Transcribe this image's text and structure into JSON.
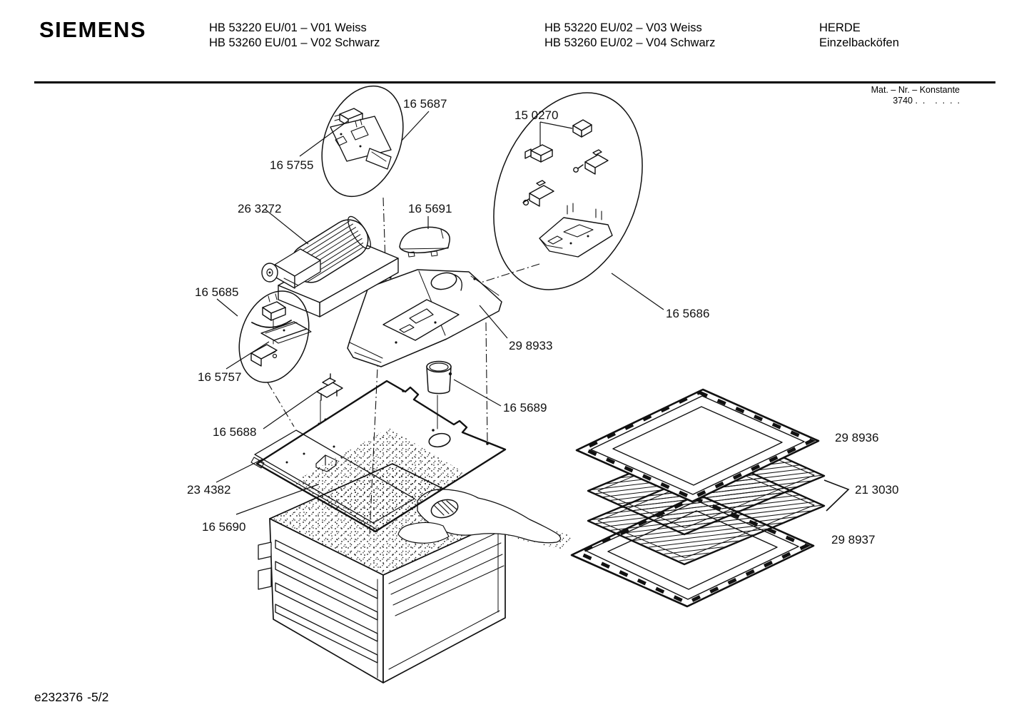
{
  "header": {
    "brand": "SIEMENS",
    "models_left": [
      "HB 53220 EU/01 – V01 Weiss",
      "HB 53260 EU/01 – V02 Schwarz"
    ],
    "models_right": [
      "HB 53220 EU/02 – V03 Weiss",
      "HB 53260 EU/02 – V04 Schwarz"
    ],
    "category_line1": "HERDE",
    "category_line2": "Einzelbacköfen"
  },
  "stamp": {
    "line1": "Mat. – Nr. – Konstante",
    "line2": "3740 .  .    .  .  .  ."
  },
  "footer": {
    "doc_id": "e232376",
    "sheet": "-5/2"
  },
  "diagram": {
    "ink": "#111111",
    "parts": {
      "p165687": "16 5687",
      "p165755": "16 5755",
      "p263272": "26 3272",
      "p165691": "16 5691",
      "p150270": "15 0270",
      "p165686": "16 5686",
      "p165685": "16 5685",
      "p165757": "16 5757",
      "p298933": "29 8933",
      "p165689": "16 5689",
      "p165688": "16 5688",
      "p234382": "23 4382",
      "p165690": "16 5690",
      "p298936": "29 8936",
      "p213030": "21 3030",
      "p298937": "29 8937"
    }
  }
}
